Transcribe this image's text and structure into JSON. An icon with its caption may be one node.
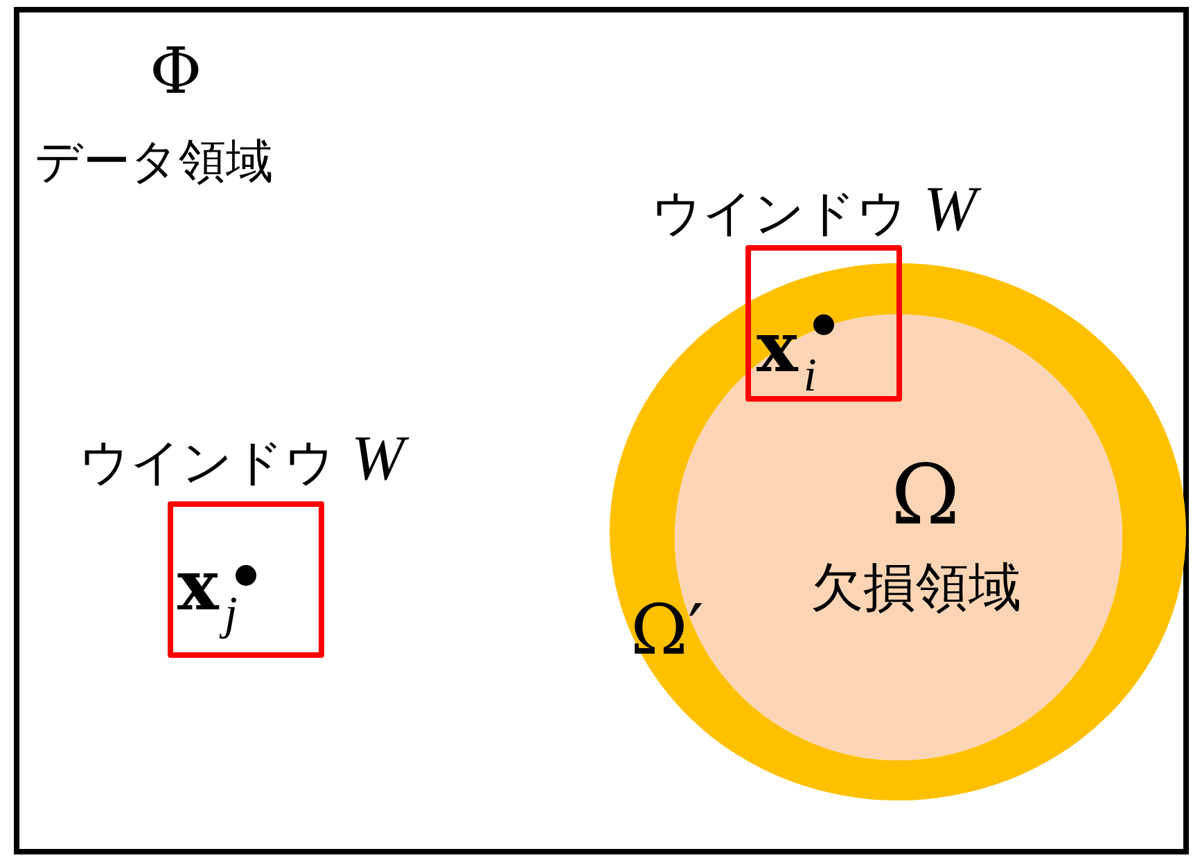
{
  "diagram": {
    "nodes": [
      {
        "text": [
          "Φ",
          "データ領域"
        ]
      },
      {
        "text": [
          "ウインドウ *W*",
          "**x**$_{i}$"
        ],
        "in": 0
      },
      {
        "text": [
          "ウインドウ *W*",
          "**x**$_{j}$"
        ],
        "in": 0
      },
      {
        "text": [
          "Ω′"
        ],
        "in": 0
      },
      {
        "text": [
          "Ω",
          "欠損領域"
        ],
        "in": 3
      }
    ]
  }
}
